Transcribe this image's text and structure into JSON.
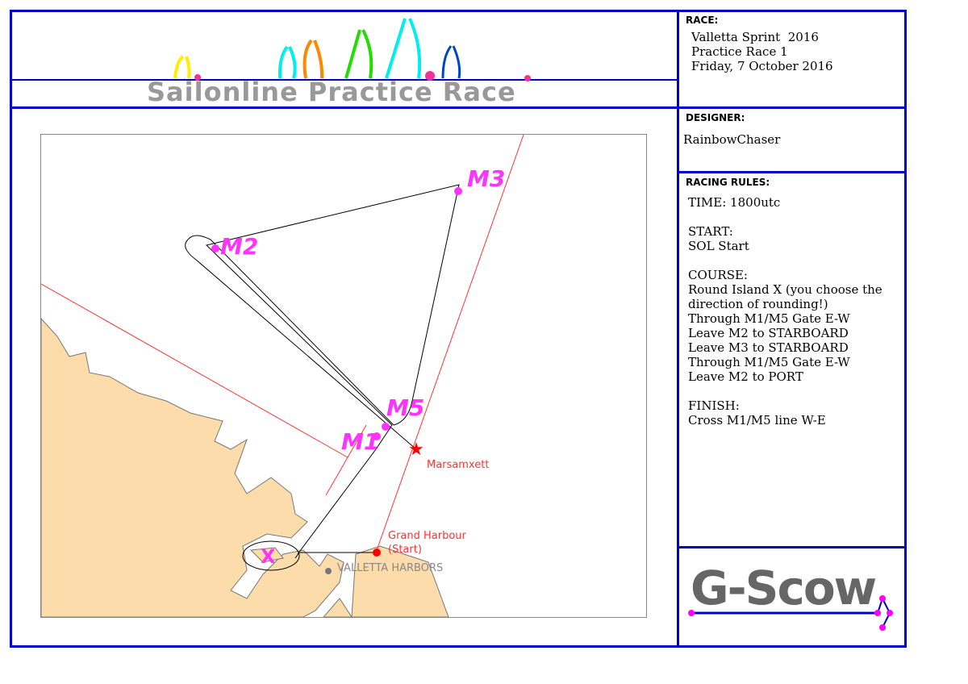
{
  "banner": {
    "title": "Sailonline Practice Race"
  },
  "race": {
    "header": "RACE:",
    "lines": [
      "Valletta Sprint  2016",
      "Practice Race 1",
      "Friday, 7 October 2016"
    ]
  },
  "designer": {
    "header": "DESIGNER:",
    "name": "RainbowChaser"
  },
  "rules": {
    "header": "RACING RULES:",
    "text": "TIME: 1800utc\n\nSTART:\nSOL Start\n\nCOURSE:\nRound Island X (you choose the\ndirection of rounding!)\nThrough M1/M5 Gate E-W\nLeave M2 to STARBOARD\nLeave M3 to STARBOARD\nThrough M1/M5 Gate E-W\nLeave M2 to PORT\n\nFINISH:\nCross M1/M5 line W-E"
  },
  "map": {
    "marks": [
      "M1",
      "M2",
      "M3",
      "M5",
      "X"
    ],
    "start_label": "Grand Harbour",
    "start_sub": "(Start)",
    "place": "Marsamxett",
    "harbor": "VALLETTA HARBORS"
  },
  "logo": {
    "text": "G-Scow"
  },
  "colors": {
    "border": "#0000cc",
    "mark": "#ff33ff",
    "land": "#fcdcaa",
    "line": "#ff3333"
  }
}
